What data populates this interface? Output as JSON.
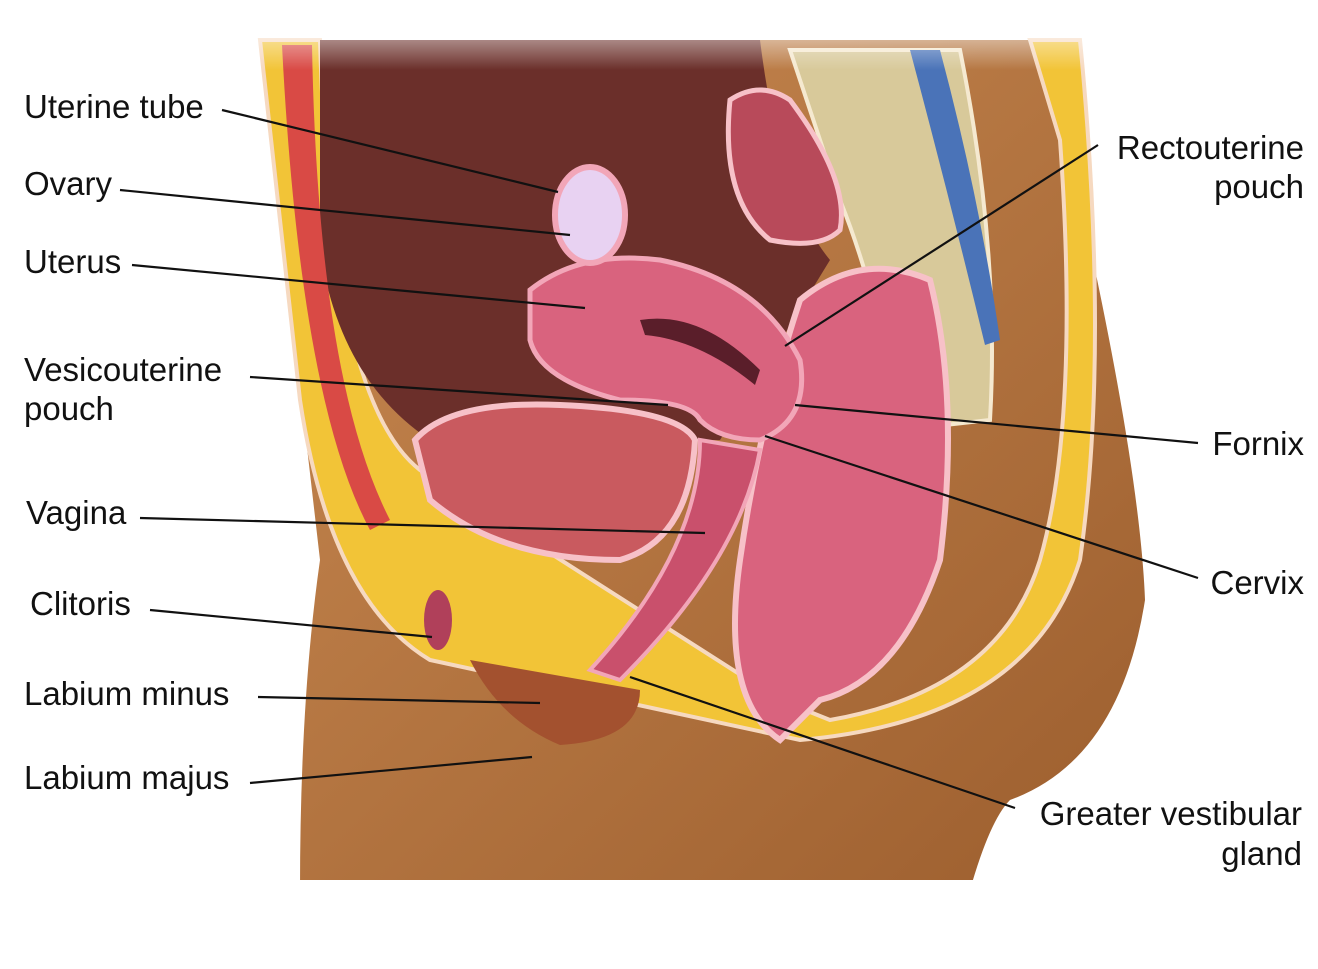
{
  "title": "Female reproductive system, sagittal section",
  "labels_left": [
    {
      "id": "uterine-tube",
      "lines": [
        "Uterine tube"
      ]
    },
    {
      "id": "ovary",
      "lines": [
        "Ovary"
      ]
    },
    {
      "id": "uterus",
      "lines": [
        "Uterus"
      ]
    },
    {
      "id": "vesicouterine-pouch",
      "lines": [
        "Vesicouterine",
        "pouch"
      ]
    },
    {
      "id": "vagina",
      "lines": [
        "Vagina"
      ]
    },
    {
      "id": "clitoris",
      "lines": [
        "Clitoris"
      ]
    },
    {
      "id": "labium-minus",
      "lines": [
        "Labium minus"
      ]
    },
    {
      "id": "labium-majus",
      "lines": [
        "Labium majus"
      ]
    }
  ],
  "labels_right": [
    {
      "id": "rectouterine-pouch",
      "lines": [
        "Rectouterine",
        "pouch"
      ]
    },
    {
      "id": "fornix",
      "lines": [
        "Fornix"
      ]
    },
    {
      "id": "cervix",
      "lines": [
        "Cervix"
      ]
    },
    {
      "id": "greater-vestibular-gland",
      "lines": [
        "Greater vestibular",
        "gland"
      ]
    }
  ],
  "colors": {
    "skin": "#b9773f",
    "fat": "#f2c437",
    "organ": "#d9637e",
    "muscle": "#d94a45",
    "bone": "#d8c99a",
    "cavity": "#6b2f2a",
    "leader": "#111111"
  }
}
